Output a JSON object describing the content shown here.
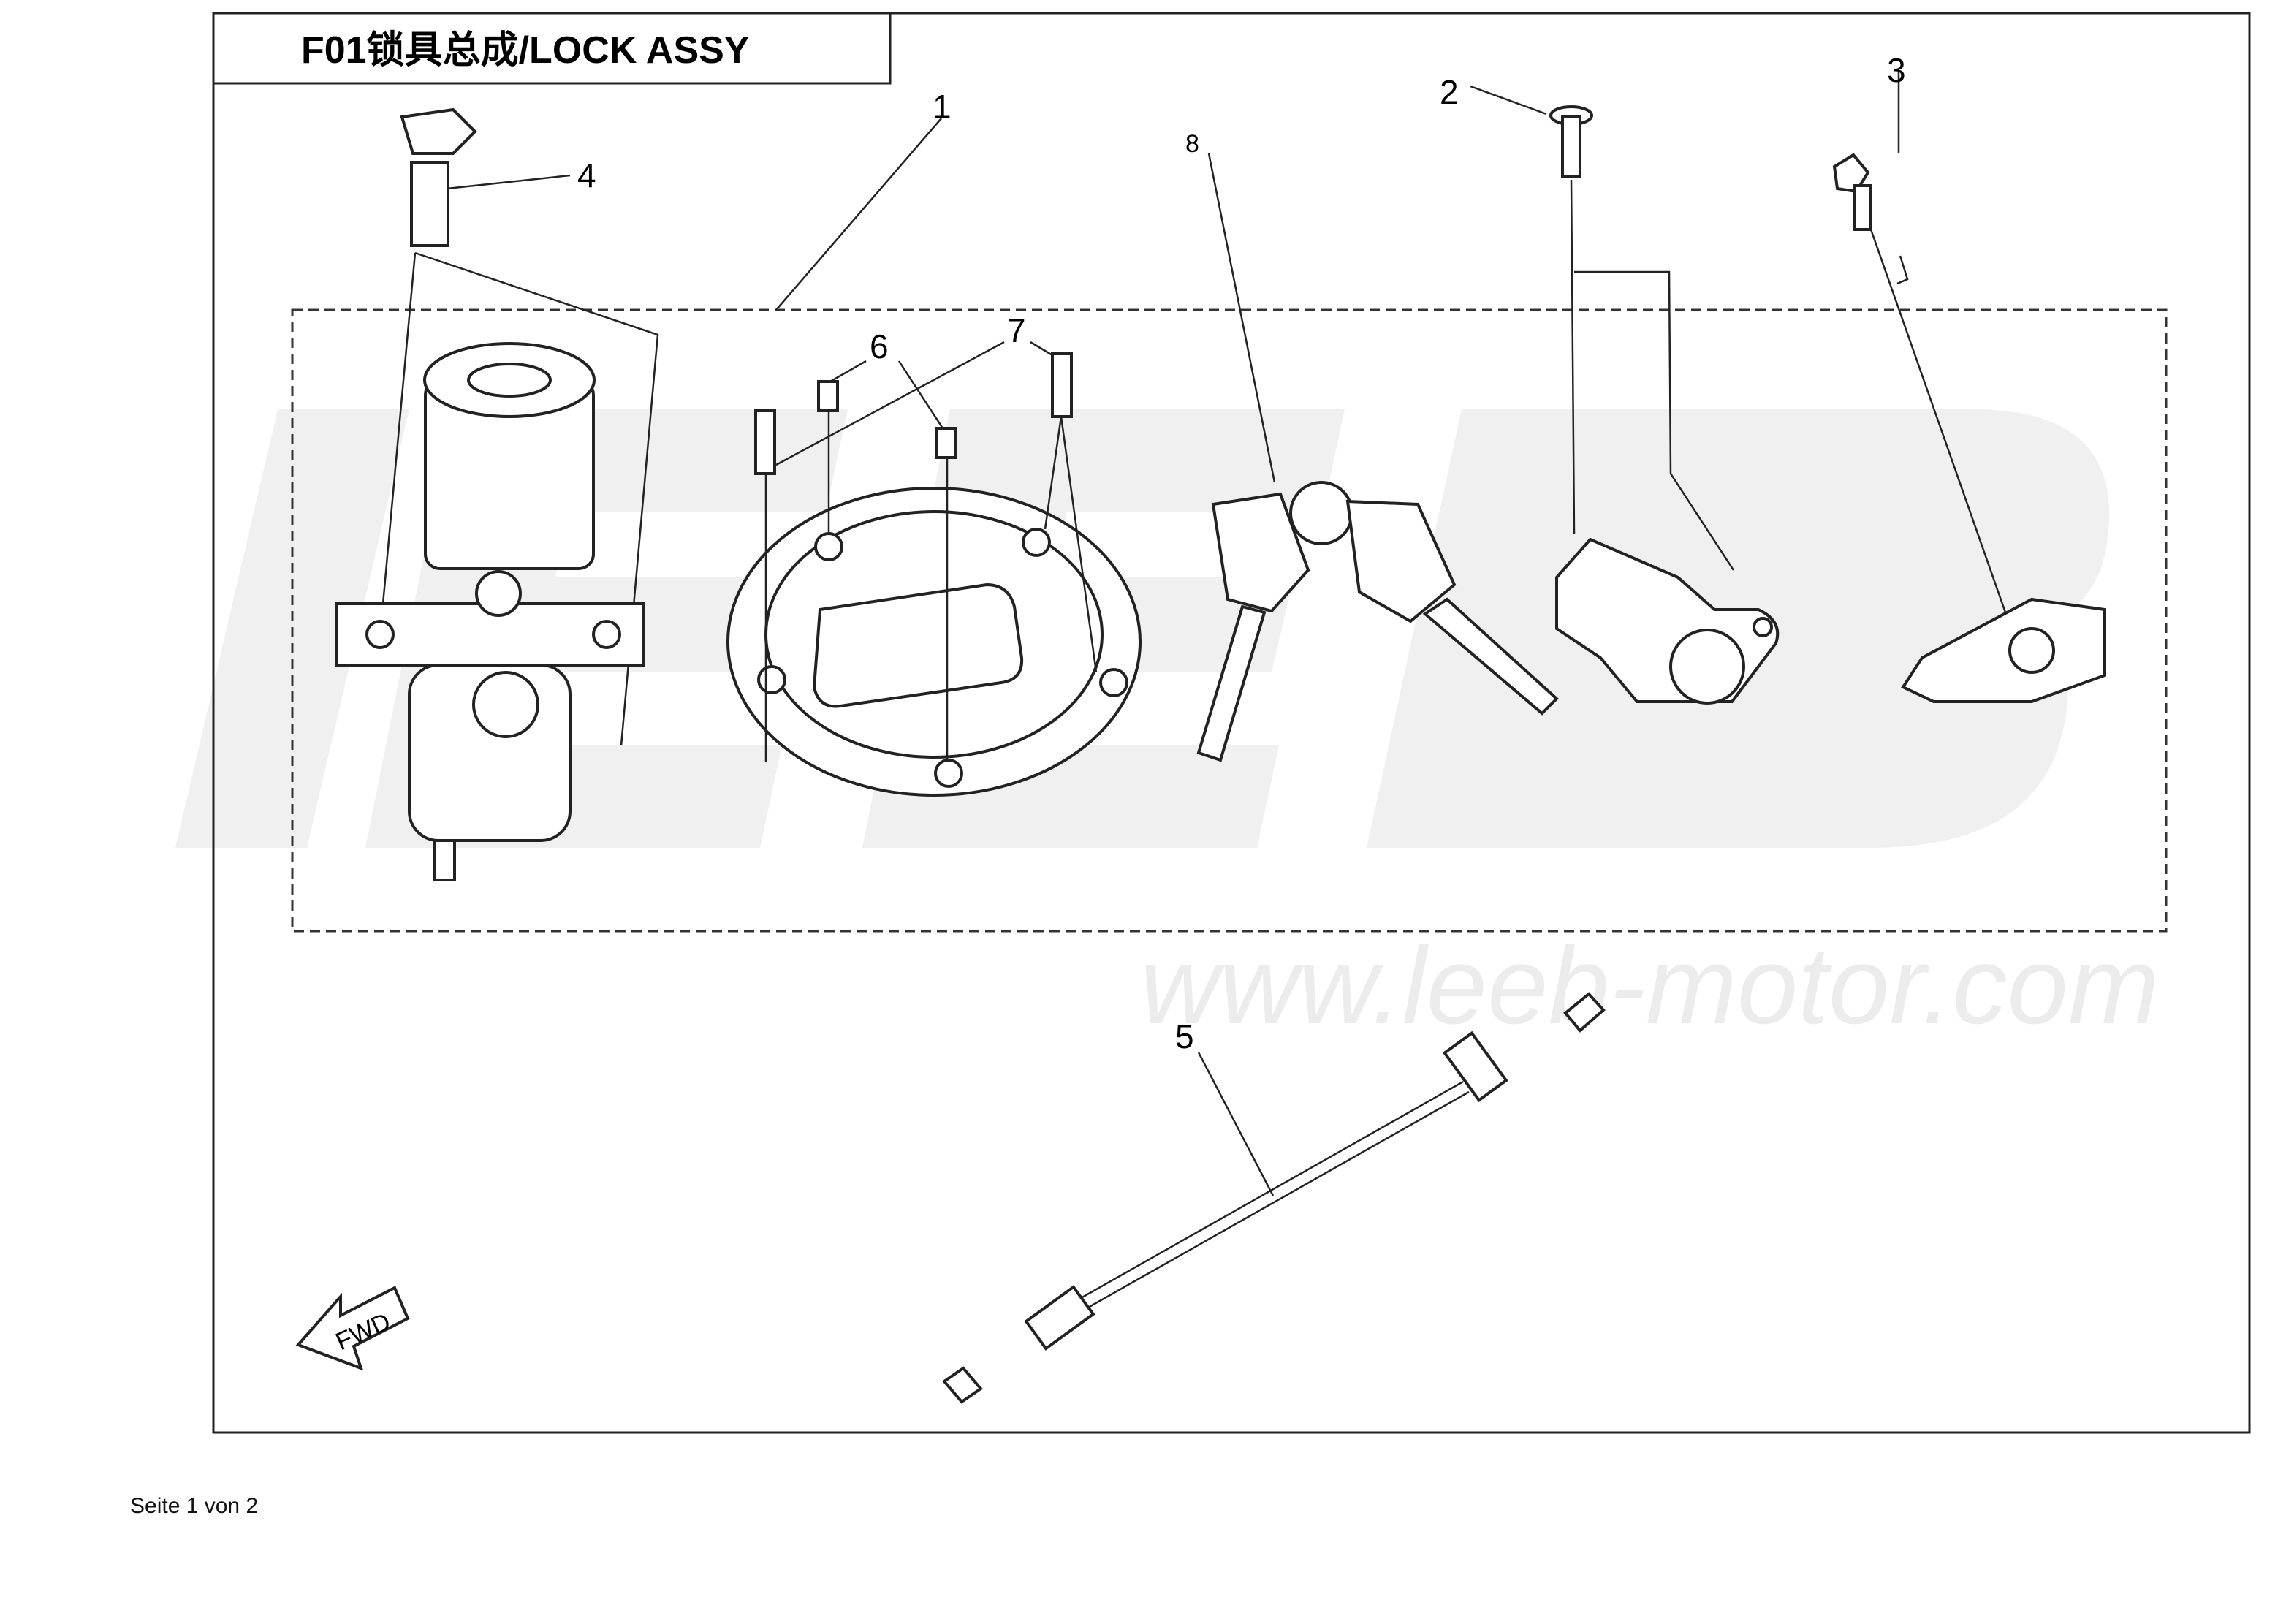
{
  "title": "F01锁具总成/LOCK ASSY",
  "watermark": {
    "letters": "LEEB",
    "url": "www.leeb-motor.com"
  },
  "callouts": [
    "1",
    "2",
    "3",
    "4",
    "5",
    "6",
    "7",
    "8"
  ],
  "direction_label": "FWD",
  "footer": "Seite 1 von 2",
  "colors": {
    "line": "#222222",
    "watermark": "#ececec"
  }
}
